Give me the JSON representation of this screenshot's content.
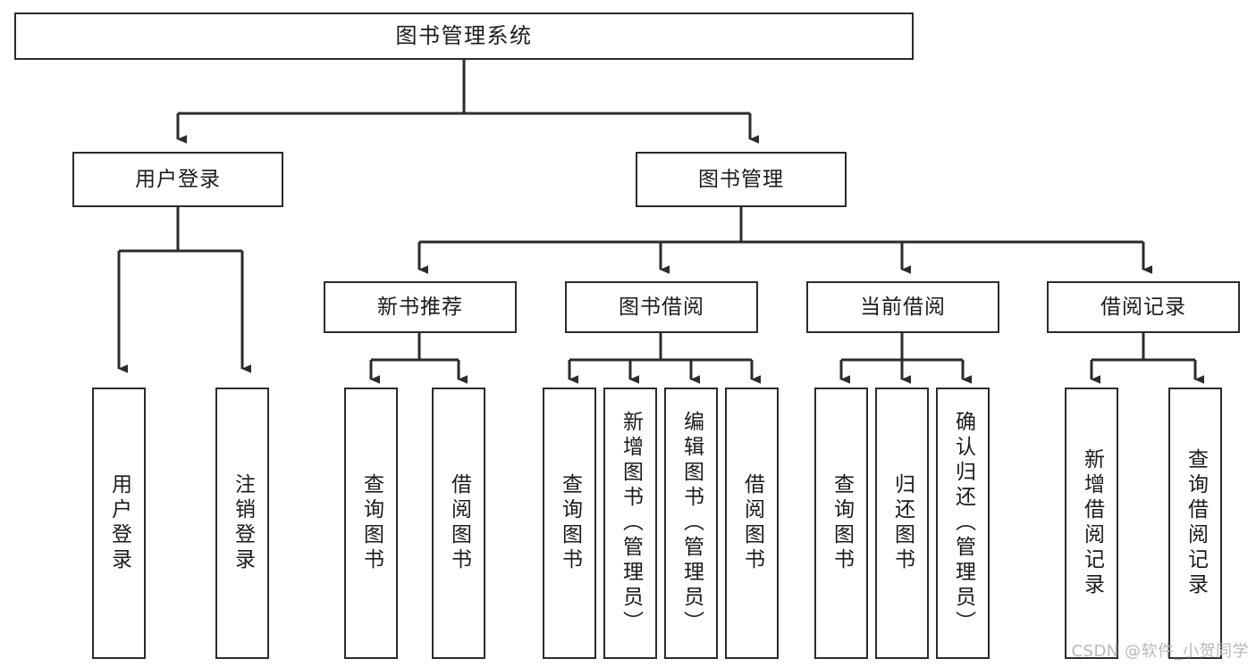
{
  "diagram": {
    "title": "图书管理系统",
    "type": "tree-hierarchy-chart",
    "watermark": "CSDN @软件_小贺同学",
    "colors": {
      "stroke": "#2b2b2b",
      "fill": "#ffffff",
      "text": "#1b1b1b",
      "watermark": "#b9b9b9"
    },
    "levels": {
      "root": {
        "label": "图书管理系统"
      },
      "level2": [
        {
          "id": "user-login",
          "label": "用户登录"
        },
        {
          "id": "book-management",
          "label": "图书管理"
        }
      ],
      "level3": [
        {
          "id": "new-book-recommend",
          "label": "新书推荐",
          "parent": "book-management"
        },
        {
          "id": "book-borrow",
          "label": "图书借阅",
          "parent": "book-management"
        },
        {
          "id": "current-borrow",
          "label": "当前借阅",
          "parent": "book-management"
        },
        {
          "id": "borrow-record",
          "label": "借阅记录",
          "parent": "book-management"
        }
      ],
      "leaves": [
        {
          "id": "leaf-user-login",
          "label": "用户登录",
          "parent": "user-login"
        },
        {
          "id": "leaf-logout",
          "label": "注销登录",
          "parent": "user-login"
        },
        {
          "id": "leaf-query-book-1",
          "label": "查询图书",
          "parent": "new-book-recommend"
        },
        {
          "id": "leaf-borrow-book-1",
          "label": "借阅图书",
          "parent": "new-book-recommend"
        },
        {
          "id": "leaf-query-book-2",
          "label": "查询图书",
          "parent": "book-borrow"
        },
        {
          "id": "leaf-add-book",
          "label": "新增图书（管理员）",
          "parent": "book-borrow"
        },
        {
          "id": "leaf-edit-book",
          "label": "编辑图书（管理员）",
          "parent": "book-borrow"
        },
        {
          "id": "leaf-borrow-book-2",
          "label": "借阅图书",
          "parent": "book-borrow"
        },
        {
          "id": "leaf-query-book-3",
          "label": "查询图书",
          "parent": "current-borrow"
        },
        {
          "id": "leaf-return-book",
          "label": "归还图书",
          "parent": "current-borrow"
        },
        {
          "id": "leaf-confirm-return",
          "label": "确认归还（管理员）",
          "parent": "current-borrow"
        },
        {
          "id": "leaf-add-record",
          "label": "新增借阅记录",
          "parent": "borrow-record"
        },
        {
          "id": "leaf-query-record",
          "label": "查询借阅记录",
          "parent": "borrow-record"
        }
      ]
    }
  }
}
